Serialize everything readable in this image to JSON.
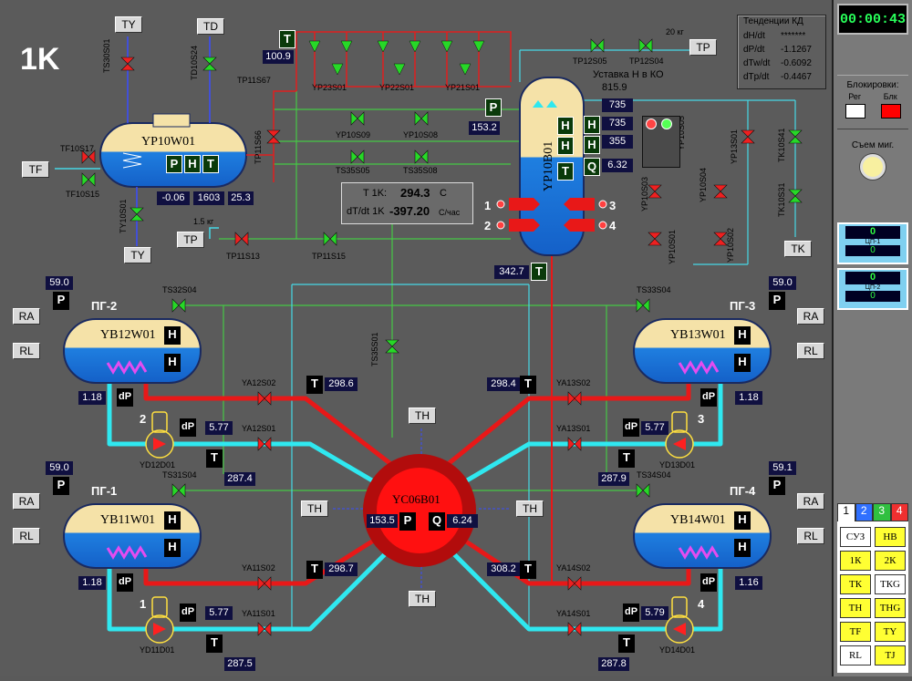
{
  "unit_label": "1K",
  "tendencies": {
    "title": "Тенденции КД",
    "rows": [
      {
        "label": "dH/dt",
        "value": "*******"
      },
      {
        "label": "dP/dt",
        "value": "-1.1267"
      },
      {
        "label": "dTw/dt",
        "value": "-0.6092"
      },
      {
        "label": "dTp/dt",
        "value": "-0.4467"
      }
    ]
  },
  "clock": "00:00:43",
  "blocks": {
    "title": "Блокировки:",
    "reg": "Рег",
    "blk": "Блк"
  },
  "blink_ack": "Съем миг.",
  "cp_panels": [
    {
      "value": "0",
      "label": "ЦП-1",
      "sub": "0"
    },
    {
      "value": "0",
      "label": "ЦП-2",
      "sub": "0"
    }
  ],
  "tabs": [
    "1",
    "2",
    "3",
    "4"
  ],
  "nav_buttons": [
    "СУЗ",
    "НВ",
    "1К",
    "2К",
    "ТК",
    "ТКG",
    "ТН",
    "ТНG",
    "TF",
    "TY",
    "RL",
    "TJ"
  ],
  "top_left": {
    "ty_top": "TY",
    "td_top": "TD",
    "ts30s01": "TS30S01",
    "td10s24": "TD10S24",
    "yp10w01": "YP10W01",
    "tp11s67": "TP11S67",
    "tp11s66": "TP11S66",
    "tf10s17": "TF10S17",
    "tf10s15": "TF10S15",
    "tf_btn": "TF",
    "ty10s01": "TY10S01",
    "ty_bottom": "TY",
    "readings": [
      "-0.06",
      "1603",
      "25.3"
    ],
    "mass": "1.5 кг",
    "tp_btn": "TP",
    "tp11s13": "TP11S13",
    "tp11s15": "TP11S15",
    "t_value": "100.9"
  },
  "pressurizer": {
    "yp23s01": "YP23S01",
    "yp22s01": "YP22S01",
    "yp21s01": "YP21S01",
    "yp10s09": "YP10S09",
    "yp10s08": "YP10S08",
    "ts35s05": "TS35S05",
    "ts35s08": "TS35S08",
    "tp12s05": "TP12S05",
    "tp12s04": "TP12S04",
    "mass": "20 кг",
    "tp_btn": "TP",
    "setpoint_label": "Уставка Н в КО",
    "setpoint_value": "815.9",
    "yp10b01": "YP10B01",
    "p_value": "153.2",
    "levels": [
      "735",
      "735",
      "355"
    ],
    "q_value": "6.32",
    "heater_groups": [
      "1",
      "2",
      "3",
      "4"
    ],
    "t_value": "342.7",
    "yp10s05": "YP10S05",
    "yp10s03": "YP10S03",
    "yp10s04": "YP10S04",
    "yp10s01": "YP10S01",
    "yp10s02": "YP10S02",
    "yp13s01": "YP13S01",
    "tk10s41": "TK10S41",
    "tk10s31": "TK10S31",
    "tk_btn": "TK"
  },
  "temp_box": {
    "t_label": "T 1K:",
    "t_value": "294.3",
    "t_unit": "C",
    "rate_label": "dT/dt 1K",
    "rate_value": "-397.20",
    "rate_unit": "C/час"
  },
  "reactor": {
    "name": "YC06B01",
    "p_value": "153.5",
    "q_value": "6.24",
    "th": "TH"
  },
  "steam_gens": [
    {
      "id": "pg2",
      "title": "ПГ-2",
      "name": "YB12W01",
      "p": "59.0",
      "dp": "1.18",
      "pump_no": "2",
      "pump_dp": "5.77",
      "pump": "YD12D01",
      "hot_t": "298.6",
      "cold_t": "287.4",
      "hot_valve": "YA12S02",
      "cold_valve": "YA12S01",
      "bypass": "TS32S04"
    },
    {
      "id": "pg3",
      "title": "ПГ-3",
      "name": "YB13W01",
      "p": "59.0",
      "dp": "1.18",
      "pump_no": "3",
      "pump_dp": "5.77",
      "pump": "YD13D01",
      "hot_t": "298.4",
      "cold_t": "287.9",
      "hot_valve": "YA13S02",
      "cold_valve": "YA13S01",
      "bypass": "TS33S04"
    },
    {
      "id": "pg1",
      "title": "ПГ-1",
      "name": "YB11W01",
      "p": "59.0",
      "dp": "1.18",
      "pump_no": "1",
      "pump_dp": "5.77",
      "pump": "YD11D01",
      "hot_t": "298.7",
      "cold_t": "287.5",
      "hot_valve": "YA11S02",
      "cold_valve": "YA11S01",
      "bypass": "TS31S04"
    },
    {
      "id": "pg4",
      "title": "ПГ-4",
      "name": "YB14W01",
      "p": "59.1",
      "dp": "1.16",
      "pump_no": "4",
      "pump_dp": "5.79",
      "pump": "YD14D01",
      "hot_t": "308.2",
      "cold_t": "287.8",
      "hot_valve": "YA14S02",
      "cold_valve": "YA14S01",
      "bypass": "TS34S04"
    }
  ],
  "mid_valve": "TS35S01",
  "ra": "RA",
  "rl": "RL"
}
